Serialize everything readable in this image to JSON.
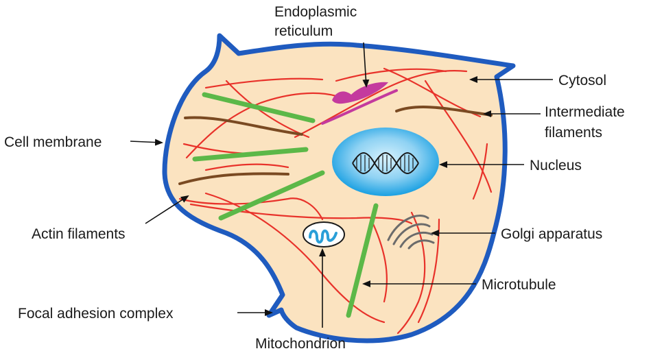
{
  "labels": {
    "endoplasmic_reticulum": [
      "Endoplasmic",
      "reticulum"
    ],
    "cytosol": "Cytosol",
    "intermediate_filaments": [
      "Intermediate",
      "filaments"
    ],
    "cell_membrane": "Cell membrane",
    "nucleus": "Nucleus",
    "actin_filaments": "Actin filaments",
    "golgi_apparatus": "Golgi apparatus",
    "microtubule": "Microtubule",
    "focal_adhesion_complex": "Focal adhesion complex",
    "mitochondrion": "Mitochondrion"
  },
  "colors": {
    "membrane": "#1f5bbf",
    "cytoplasm": "#fbe3c0",
    "actin": "#e8322a",
    "microtubule": "#5cb848",
    "intermediate": "#7a4a22",
    "er": "#c43a9e",
    "nucleus_outer": "#1aa0e2",
    "nucleus_inner": "#bfe8fb",
    "dna": "#1a1a1a",
    "mitochondrion": "#2a9fd8",
    "golgi": "#6b6b6b",
    "text": "#1a1a1a"
  }
}
